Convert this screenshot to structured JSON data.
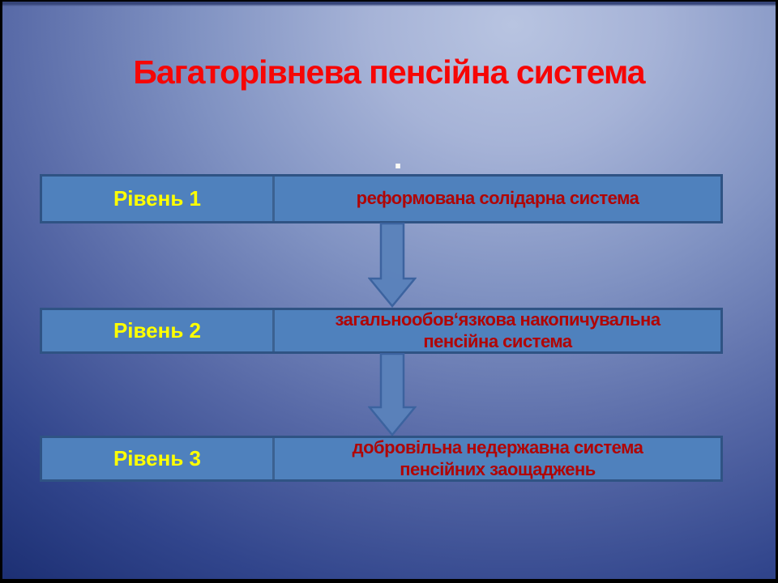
{
  "slide": {
    "title": "Багаторівнева пенсійна система",
    "bullet_dot": ".",
    "rows": [
      {
        "level": "Рівень 1",
        "description": "реформована солідарна система",
        "description_lines": [
          "реформована солідарна система",
          ""
        ]
      },
      {
        "level": "Рівень 2",
        "description": "загальнообов‘язкова накопичувальна пенсійна система",
        "description_lines": [
          "загальнообов‘язкова накопичувальна",
          "пенсійна система"
        ]
      },
      {
        "level": "Рівень 3",
        "description": "добровільна недержавна система пенсійних заощаджень",
        "description_lines": [
          "добровільна недержавна система",
          "пенсійних заощаджень"
        ]
      }
    ],
    "colors": {
      "title_text": "#f60606",
      "level_text": "#ffff00",
      "description_text": "#b00505",
      "box_fill": "#4f81bd",
      "box_border": "#2f5384",
      "divider": "#3b6191",
      "arrow_fill": "#5a82bb",
      "arrow_outline": "#3c639f",
      "background_light": "#b8c4e1",
      "background_dark": "#182b69",
      "dot": "#fafaf6"
    }
  }
}
